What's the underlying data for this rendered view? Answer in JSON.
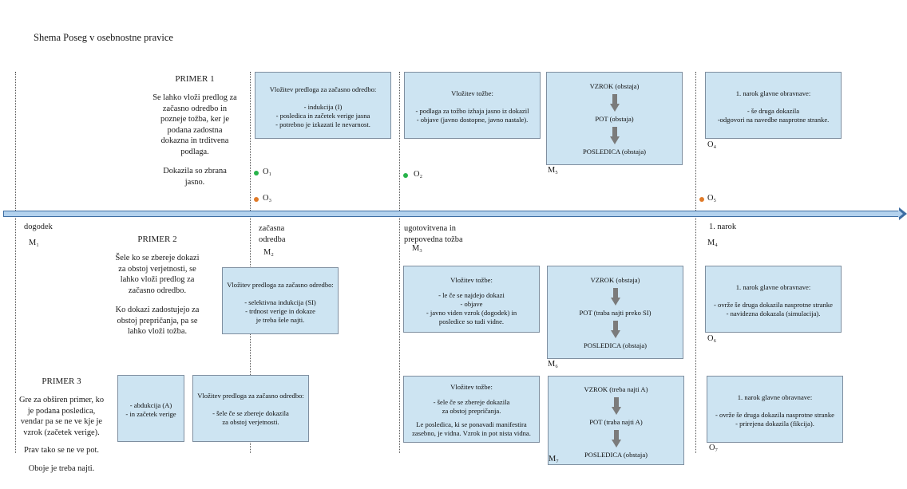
{
  "title": "Shema Poseg v osebnostne pravice",
  "colors": {
    "box_fill": "#cde4f2",
    "box_border": "#7f8fa0",
    "timeline_fill": "#b3d2ee",
    "timeline_border": "#3e6ea3",
    "dot_green": "#27b34a",
    "dot_orange": "#e07a28",
    "arrow": "#7b7b7b"
  },
  "examples": {
    "p1": {
      "heading": "PRIMER 1",
      "lines": [
        "Se lahko vloži predlog za",
        "začasno odredbo in",
        "pozneje tožba, ker je",
        "podana zadostna",
        "dokazna in trditvena",
        "podlaga."
      ],
      "lines2": [
        "Dokazila so zbrana",
        "jasno."
      ]
    },
    "p2": {
      "heading": "PRIMER 2",
      "lines": [
        "Šele ko se zbereje dokazi",
        "za obstoj verjetnosti, se",
        "lahko vloži predlog za",
        "začasno odredbo."
      ],
      "lines2": [
        "Ko dokazi zadostujejo za",
        "obstoj prepričanja, pa se",
        "lahko vloži tožba."
      ]
    },
    "p3": {
      "heading": "PRIMER 3",
      "lines": [
        "Gre za obširen primer, ko",
        "je podana posledica,",
        "vendar pa se ne ve kje je",
        "vzrok  (začetek verige)."
      ],
      "lines2": [
        "Prav tako se ne ve pot."
      ],
      "lines3": [
        "Oboje je treba najti."
      ]
    }
  },
  "timeline": {
    "events": {
      "dogodek": "dogodek",
      "zacasna": [
        "začasna",
        "odredba"
      ],
      "ugotovitvena": [
        "ugotovitvena in",
        "prepovedna tožba"
      ],
      "narok": "1. narok"
    }
  },
  "marks": {
    "M1": "M₁",
    "M2": "M₂",
    "M3": "M₃",
    "M4": "M₄",
    "M5": "M₅",
    "M6": "M₆",
    "M7": "M₇",
    "O1": "O₁",
    "O2": "O₂",
    "O3": "O₃",
    "O4": "O₄",
    "O5": "O₅",
    "O6": "O₆",
    "O7": "O₇"
  },
  "boxes": {
    "r1_predlog": {
      "head": "Vložitev predloga za začasno odredbo:",
      "lines": [
        "- indukcija (I)",
        "- posledica in začetek verige jasna",
        "- potrebno je izkazati le nevarnost."
      ]
    },
    "r1_tozba": {
      "head": "Vložitev tožbe:",
      "lines": [
        "- podlaga za tožbo izhaja jasno iz dokazil",
        "- objave (javno dostopne, javno nastale)."
      ]
    },
    "r1_chain": {
      "vzrok": "VZROK (obstaja)",
      "pot": "POT (obstaja)",
      "posledica": "POSLEDICA (obstaja)"
    },
    "r1_narok": {
      "head": "1. narok glavne obravnave:",
      "lines": [
        "- še druga dokazila",
        "-odgovori na navedbe nasprotne stranke."
      ]
    },
    "r2_predlog": {
      "head": "Vložitev predloga za začasno odredbo:",
      "lines": [
        "- selektivna indukcija (SI)",
        "- trdnost verige in dokaze",
        "je treba šele najti."
      ]
    },
    "r2_tozba": {
      "head": "Vložitev tožbe:",
      "lines": [
        "- le če se najdejo dokazi",
        "- objave",
        "- javno viden vzrok (dogodek) in",
        "posledice so tudi vidne."
      ]
    },
    "r2_chain": {
      "vzrok": "VZROK (obstaja)",
      "pot": "POT (traba najti preko SI)",
      "posledica": "POSLEDICA (obstaja)"
    },
    "r2_narok": {
      "head": "1. narok glavne obravnave:",
      "lines": [
        "- ovrže še druga dokazila nasprotne stranke",
        "- navidezna dokazala (simulacija)."
      ]
    },
    "r3_abdukcija": {
      "lines": [
        "- abdukcija (A)",
        "- in začetek verige"
      ]
    },
    "r3_predlog": {
      "head": "Vložitev predloga za začasno odredbo:",
      "lines": [
        "- šele če se zbereje dokazila",
        "za obstoj verjetnosti."
      ]
    },
    "r3_tozba": {
      "head": "Vložitev tožbe:",
      "lines": [
        "- šele če se zbereje dokazila",
        "za obstoj prepričanja."
      ],
      "lines2": [
        "Le posledica, ki se ponavadi manifestira",
        "zasebno, je vidna. Vzrok in pot nista vidna."
      ]
    },
    "r3_chain": {
      "vzrok": "VZROK (treba najti A)",
      "pot": "POT (traba najti A)",
      "posledica": "POSLEDICA (obstaja)"
    },
    "r3_narok": {
      "head": "1. narok glavne obravnave:",
      "lines": [
        "- ovrže še druga dokazila nasprotne stranke",
        "- prirejena dokazila (fikcija)."
      ]
    }
  }
}
